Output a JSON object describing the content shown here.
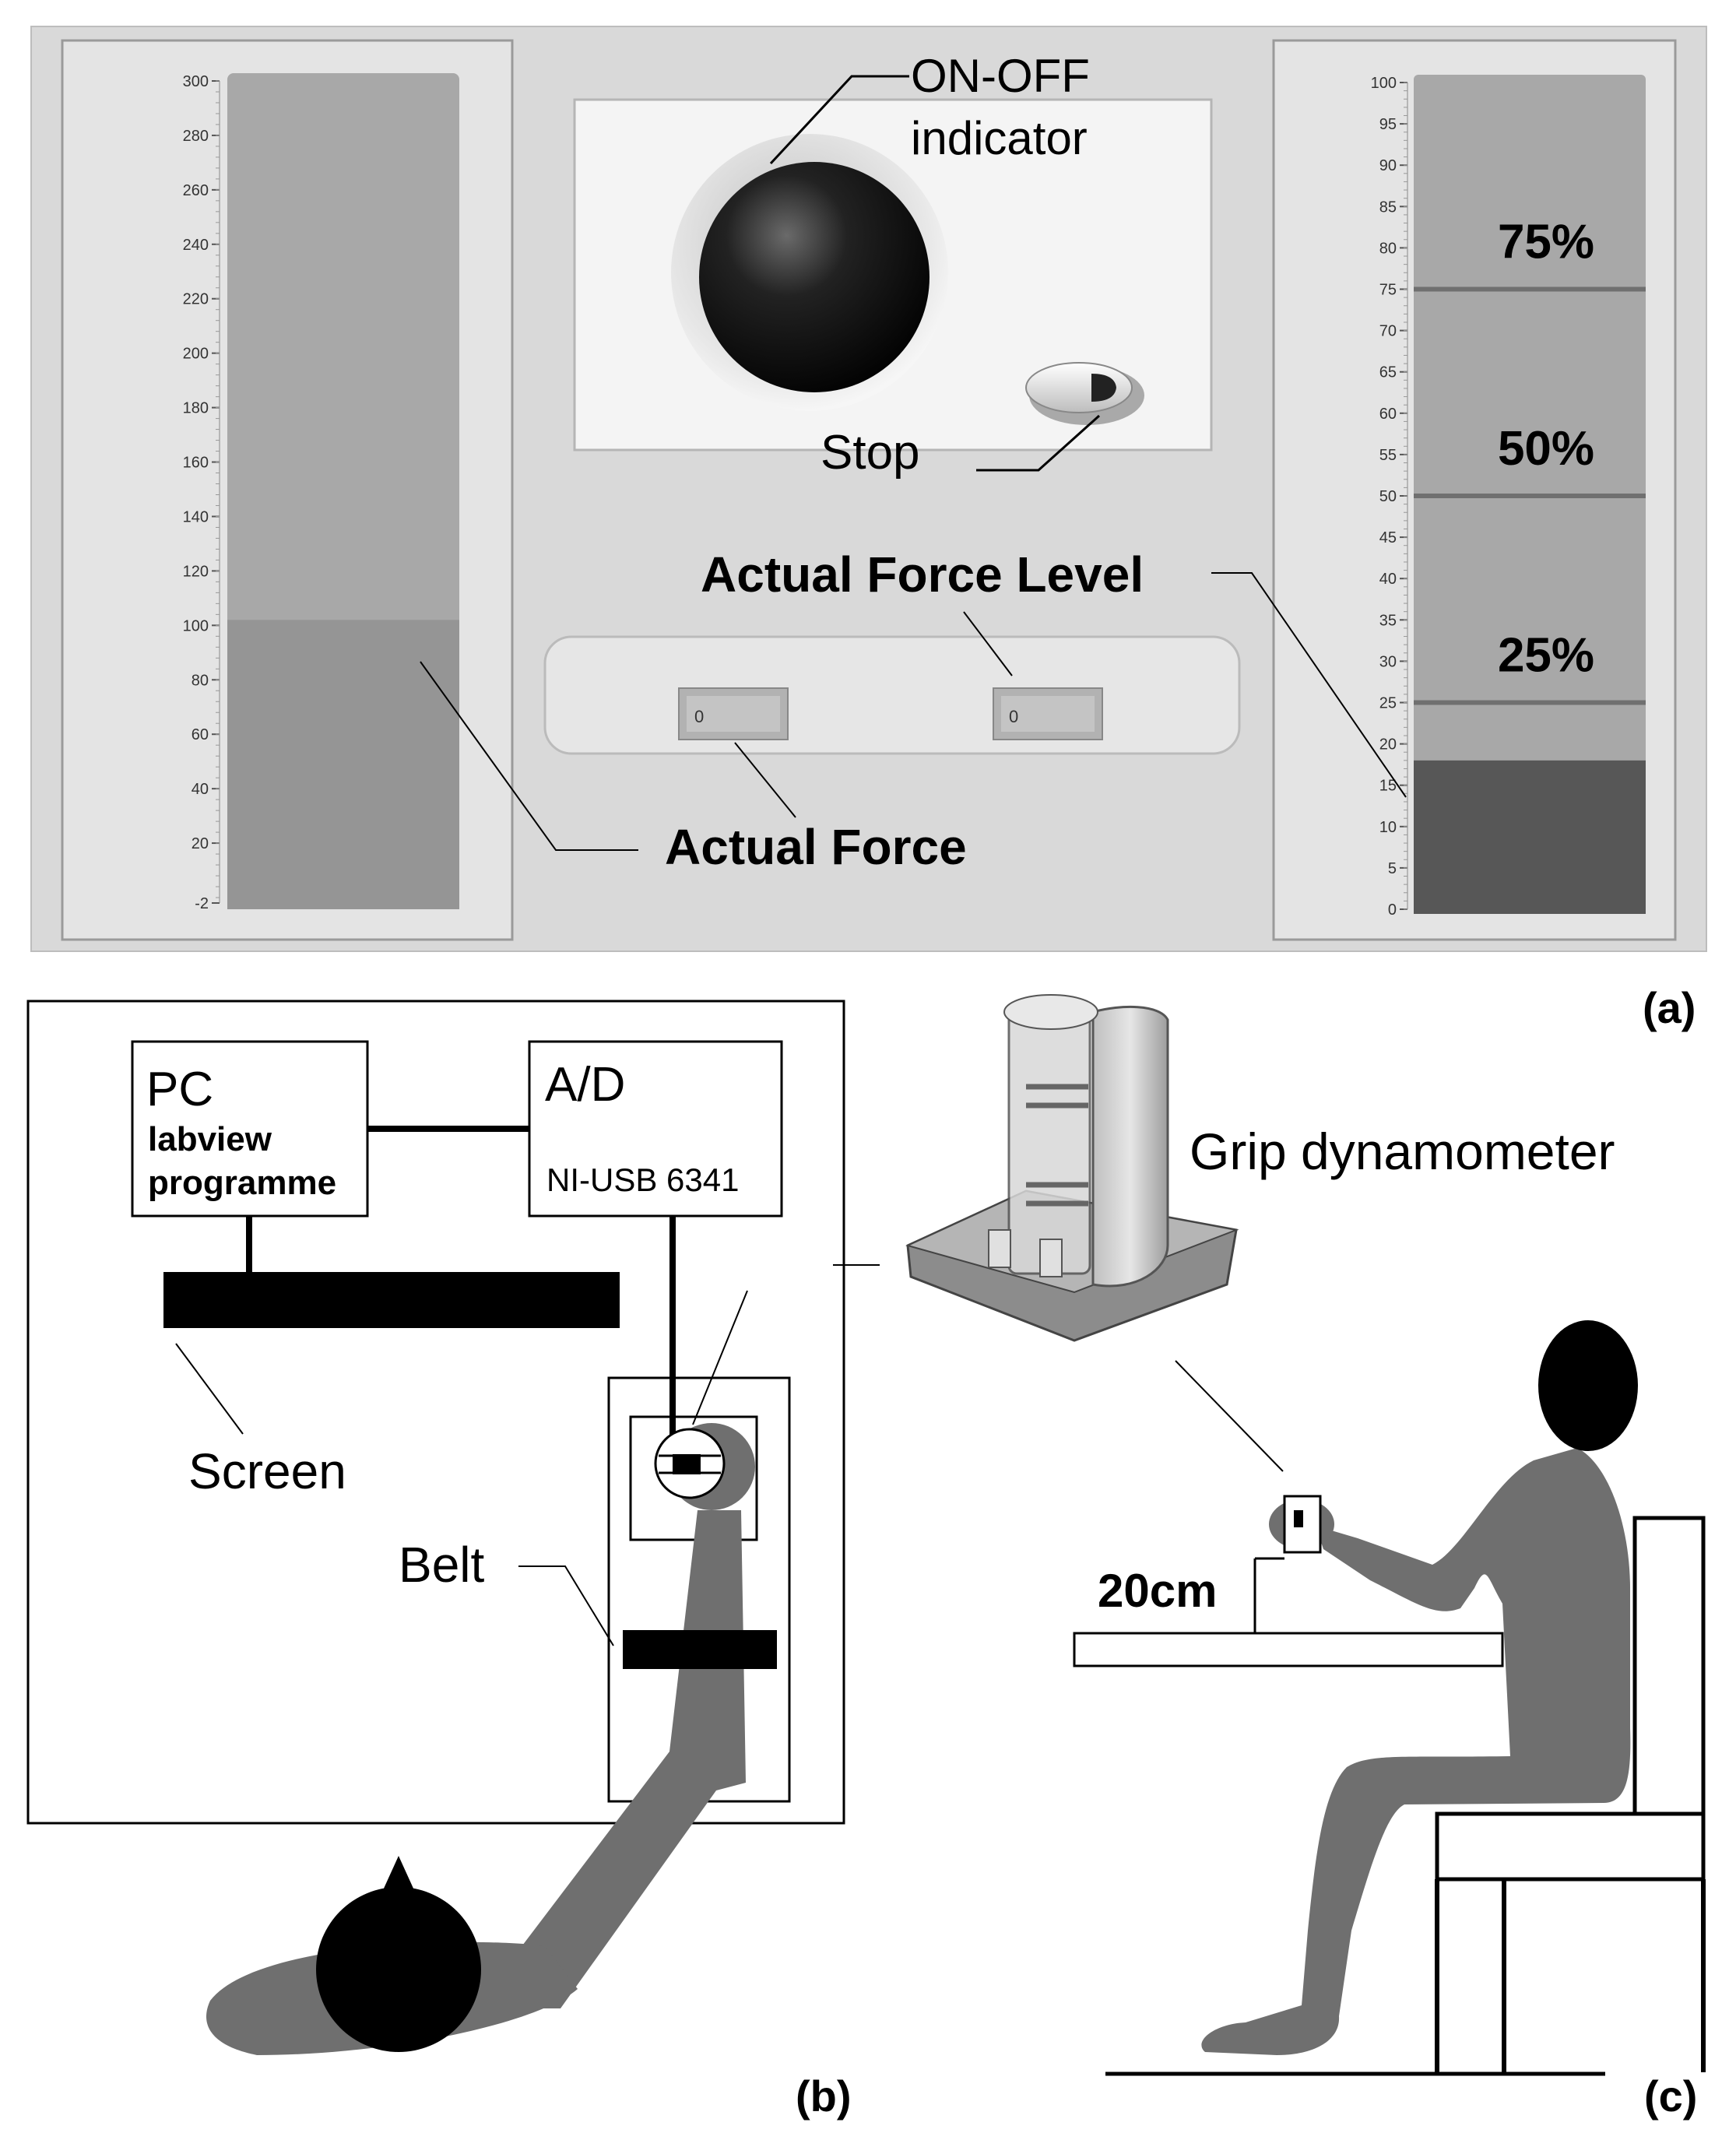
{
  "panel_a": {
    "panel_label": "(a)",
    "on_off_label_line1": "ON-OFF",
    "on_off_label_line2": "indicator",
    "stop_label": "Stop",
    "actual_force_level_label": "Actual Force Level",
    "actual_force_label": "Actual Force",
    "display_left_value": "0",
    "display_right_value": "0",
    "left_meter": {
      "scale_min": -2,
      "scale_max": 300,
      "tick_labels": [
        "300",
        "280",
        "260",
        "240",
        "220",
        "200",
        "180",
        "160",
        "140",
        "120",
        "100",
        "80",
        "60",
        "40",
        "20",
        "-2"
      ],
      "fill_value": 102
    },
    "right_meter": {
      "scale_min": 0,
      "scale_max": 100,
      "tick_labels": [
        "100",
        "95",
        "90",
        "85",
        "80",
        "75",
        "70",
        "65",
        "60",
        "55",
        "50",
        "45",
        "40",
        "35",
        "30",
        "25",
        "20",
        "15",
        "10",
        "5",
        "0"
      ],
      "fill_value": 18,
      "level_lines": [
        75,
        50,
        25
      ],
      "level_labels": [
        "75%",
        "50%",
        "25%"
      ]
    }
  },
  "panel_b": {
    "panel_label": "(b)",
    "pc_title": "PC",
    "pc_line1": "labview",
    "pc_line2": "programme",
    "ad_title": "A/D",
    "ad_model": "NI-USB 6341",
    "screen_label": "Screen",
    "belt_label": "Belt"
  },
  "panel_c": {
    "panel_label": "(c)",
    "dynamometer_label": "Grip dynamometer",
    "height_label": "20cm"
  },
  "colors": {
    "panel_bg": "#d9d9d9",
    "meter_bg": "#a8a8a8",
    "meter_fill_left": "#959595",
    "meter_fill_right": "#575757",
    "body_gray": "#6f6f6f",
    "level_line": "#707070"
  }
}
